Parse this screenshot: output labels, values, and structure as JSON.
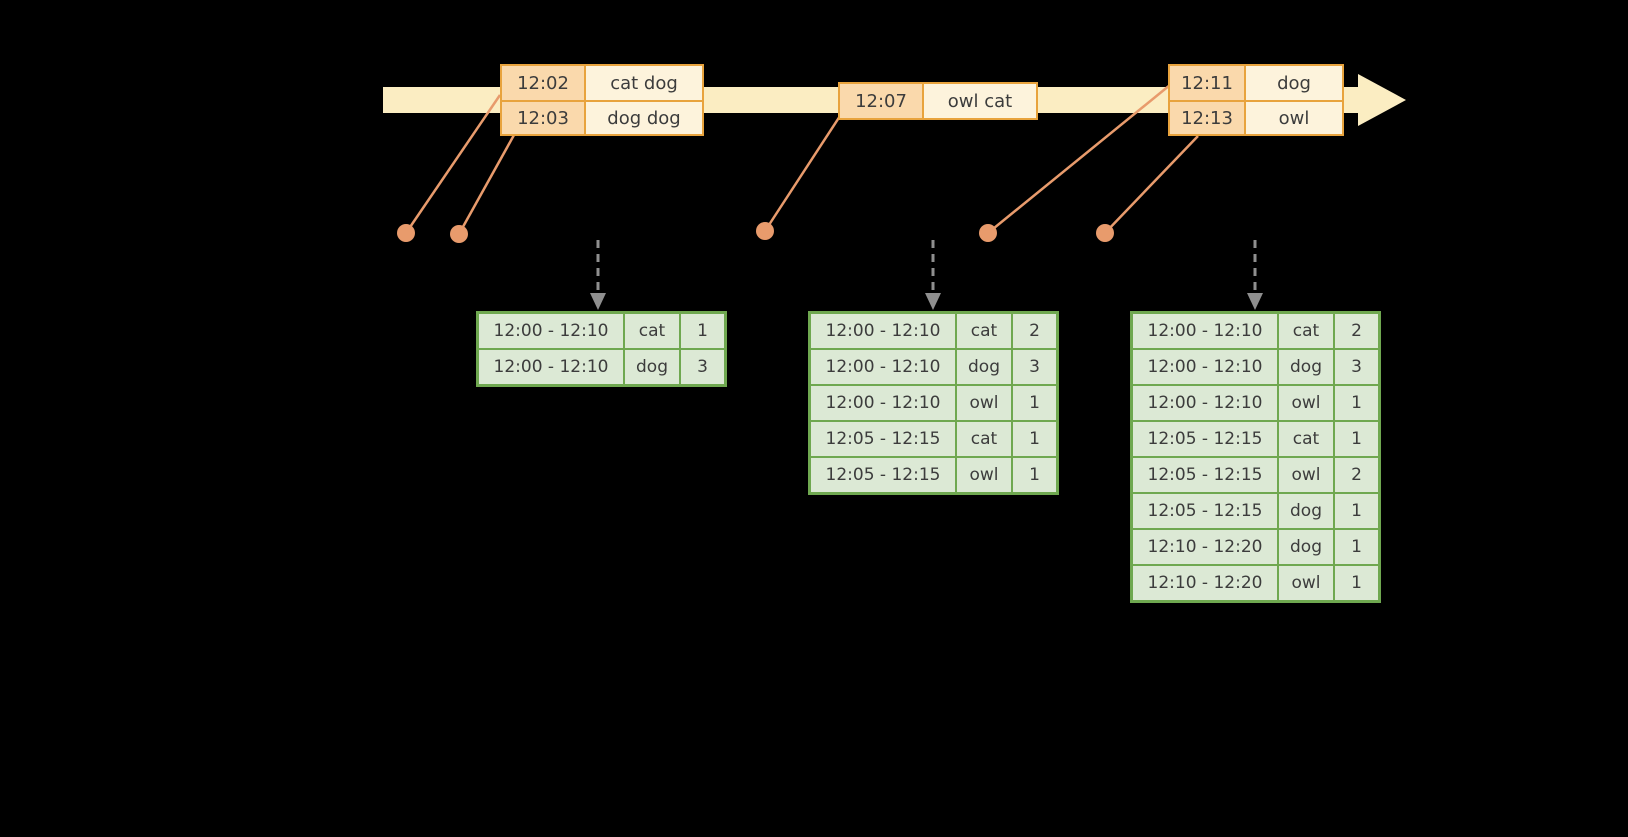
{
  "colors": {
    "bg": "#000000",
    "timeline-fill": "#FBEDC2",
    "event-border": "#E8A33D",
    "event-time-fill": "#FAD9AC",
    "event-word-fill": "#FDF3DC",
    "dot-fill": "#E89B6C",
    "line-stroke": "#E89B6C",
    "trigger-stroke": "#8F8F8F",
    "result-border": "#6FA850",
    "result-fill": "#DCE9D5",
    "text": "#3C3C3C"
  },
  "event_tables": [
    {
      "rows": [
        {
          "time": "12:02",
          "words": "cat dog"
        },
        {
          "time": "12:03",
          "words": "dog dog"
        }
      ]
    },
    {
      "rows": [
        {
          "time": "12:07",
          "words": "owl cat"
        }
      ]
    },
    {
      "rows": [
        {
          "time": "12:11",
          "words": "dog"
        },
        {
          "time": "12:13",
          "words": "owl"
        }
      ]
    }
  ],
  "result_tables": [
    {
      "rows": [
        {
          "window": "12:00 - 12:10",
          "word": "cat",
          "count": "1"
        },
        {
          "window": "12:00 - 12:10",
          "word": "dog",
          "count": "3"
        }
      ]
    },
    {
      "rows": [
        {
          "window": "12:00 - 12:10",
          "word": "cat",
          "count": "2"
        },
        {
          "window": "12:00 - 12:10",
          "word": "dog",
          "count": "3"
        },
        {
          "window": "12:00 - 12:10",
          "word": "owl",
          "count": "1"
        },
        {
          "window": "12:05 - 12:15",
          "word": "cat",
          "count": "1"
        },
        {
          "window": "12:05 - 12:15",
          "word": "owl",
          "count": "1"
        }
      ]
    },
    {
      "rows": [
        {
          "window": "12:00 - 12:10",
          "word": "cat",
          "count": "2"
        },
        {
          "window": "12:00 - 12:10",
          "word": "dog",
          "count": "3"
        },
        {
          "window": "12:00 - 12:10",
          "word": "owl",
          "count": "1"
        },
        {
          "window": "12:05 - 12:15",
          "word": "cat",
          "count": "1"
        },
        {
          "window": "12:05 - 12:15",
          "word": "owl",
          "count": "2"
        },
        {
          "window": "12:05 - 12:15",
          "word": "dog",
          "count": "1"
        },
        {
          "window": "12:10 - 12:20",
          "word": "dog",
          "count": "1"
        },
        {
          "window": "12:10 - 12:20",
          "word": "owl",
          "count": "1"
        }
      ]
    }
  ]
}
